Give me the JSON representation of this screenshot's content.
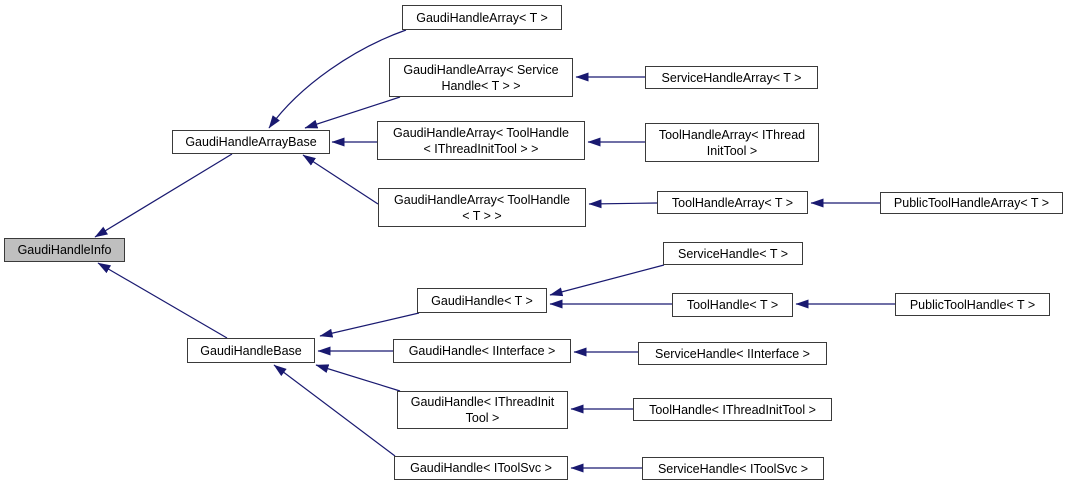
{
  "diagram": {
    "type": "class-inheritance-graph",
    "colors": {
      "edge": "#191970",
      "node_border": "#3a3a3a",
      "node_fill": "#ffffff",
      "highlight_fill": "#bfbfbf",
      "text": "#000000",
      "background": "#ffffff"
    },
    "nodes": [
      {
        "id": "GaudiHandleInfo",
        "highlighted": true,
        "lines": [
          "GaudiHandleInfo"
        ]
      },
      {
        "id": "GaudiHandleArrayBase",
        "highlighted": false,
        "lines": [
          "GaudiHandleArrayBase"
        ]
      },
      {
        "id": "GaudiHandleBase",
        "highlighted": false,
        "lines": [
          "GaudiHandleBase"
        ]
      },
      {
        "id": "GaudiHandleArray< T >",
        "highlighted": false,
        "lines": [
          "GaudiHandleArray< T >"
        ]
      },
      {
        "id": "GaudiHandleArray< ServiceHandle< T > >",
        "highlighted": false,
        "lines": [
          "GaudiHandleArray< Service",
          "Handle< T > >"
        ]
      },
      {
        "id": "GaudiHandleArray< ToolHandle< IThreadInitTool > >",
        "highlighted": false,
        "lines": [
          "GaudiHandleArray< ToolHandle",
          "< IThreadInitTool > >"
        ]
      },
      {
        "id": "GaudiHandleArray< ToolHandle< T > >",
        "highlighted": false,
        "lines": [
          "GaudiHandleArray< ToolHandle",
          "< T > >"
        ]
      },
      {
        "id": "GaudiHandle< T >",
        "highlighted": false,
        "lines": [
          "GaudiHandle< T >"
        ]
      },
      {
        "id": "GaudiHandle< IInterface >",
        "highlighted": false,
        "lines": [
          "GaudiHandle< IInterface >"
        ]
      },
      {
        "id": "GaudiHandle< IThreadInitTool >",
        "highlighted": false,
        "lines": [
          "GaudiHandle< IThreadInit",
          "Tool >"
        ]
      },
      {
        "id": "GaudiHandle< IToolSvc >",
        "highlighted": false,
        "lines": [
          "GaudiHandle< IToolSvc >"
        ]
      },
      {
        "id": "ServiceHandleArray< T >",
        "highlighted": false,
        "lines": [
          "ServiceHandleArray< T >"
        ]
      },
      {
        "id": "ToolHandleArray< IThreadInitTool >",
        "highlighted": false,
        "lines": [
          "ToolHandleArray< IThread",
          "InitTool >"
        ]
      },
      {
        "id": "ToolHandleArray< T >",
        "highlighted": false,
        "lines": [
          "ToolHandleArray< T >"
        ]
      },
      {
        "id": "ServiceHandle< T >",
        "highlighted": false,
        "lines": [
          "ServiceHandle< T >"
        ]
      },
      {
        "id": "ToolHandle< T >",
        "highlighted": false,
        "lines": [
          "ToolHandle< T >"
        ]
      },
      {
        "id": "ServiceHandle< IInterface >",
        "highlighted": false,
        "lines": [
          "ServiceHandle< IInterface >"
        ]
      },
      {
        "id": "ToolHandle< IThreadInitTool >",
        "highlighted": false,
        "lines": [
          "ToolHandle< IThreadInitTool >"
        ]
      },
      {
        "id": "ServiceHandle< IToolSvc >",
        "highlighted": false,
        "lines": [
          "ServiceHandle< IToolSvc >"
        ]
      },
      {
        "id": "PublicToolHandleArray< T >",
        "highlighted": false,
        "lines": [
          "PublicToolHandleArray< T >"
        ]
      },
      {
        "id": "PublicToolHandle< T >",
        "highlighted": false,
        "lines": [
          "PublicToolHandle< T >"
        ]
      }
    ],
    "edges": [
      {
        "from": "GaudiHandleArrayBase",
        "to": "GaudiHandleInfo"
      },
      {
        "from": "GaudiHandleBase",
        "to": "GaudiHandleInfo"
      },
      {
        "from": "GaudiHandleArray< T >",
        "to": "GaudiHandleArrayBase"
      },
      {
        "from": "GaudiHandleArray< ServiceHandle< T > >",
        "to": "GaudiHandleArrayBase"
      },
      {
        "from": "GaudiHandleArray< ToolHandle< IThreadInitTool > >",
        "to": "GaudiHandleArrayBase"
      },
      {
        "from": "GaudiHandleArray< ToolHandle< T > >",
        "to": "GaudiHandleArrayBase"
      },
      {
        "from": "GaudiHandle< T >",
        "to": "GaudiHandleBase"
      },
      {
        "from": "GaudiHandle< IInterface >",
        "to": "GaudiHandleBase"
      },
      {
        "from": "GaudiHandle< IThreadInitTool >",
        "to": "GaudiHandleBase"
      },
      {
        "from": "GaudiHandle< IToolSvc >",
        "to": "GaudiHandleBase"
      },
      {
        "from": "ServiceHandleArray< T >",
        "to": "GaudiHandleArray< ServiceHandle< T > >"
      },
      {
        "from": "ToolHandleArray< IThreadInitTool >",
        "to": "GaudiHandleArray< ToolHandle< IThreadInitTool > >"
      },
      {
        "from": "ToolHandleArray< T >",
        "to": "GaudiHandleArray< ToolHandle< T > >"
      },
      {
        "from": "PublicToolHandleArray< T >",
        "to": "ToolHandleArray< T >"
      },
      {
        "from": "ServiceHandle< T >",
        "to": "GaudiHandle< T >"
      },
      {
        "from": "ToolHandle< T >",
        "to": "GaudiHandle< T >"
      },
      {
        "from": "PublicToolHandle< T >",
        "to": "ToolHandle< T >"
      },
      {
        "from": "ServiceHandle< IInterface >",
        "to": "GaudiHandle< IInterface >"
      },
      {
        "from": "ToolHandle< IThreadInitTool >",
        "to": "GaudiHandle< IThreadInitTool >"
      },
      {
        "from": "ServiceHandle< IToolSvc >",
        "to": "GaudiHandle< IToolSvc >"
      }
    ]
  }
}
